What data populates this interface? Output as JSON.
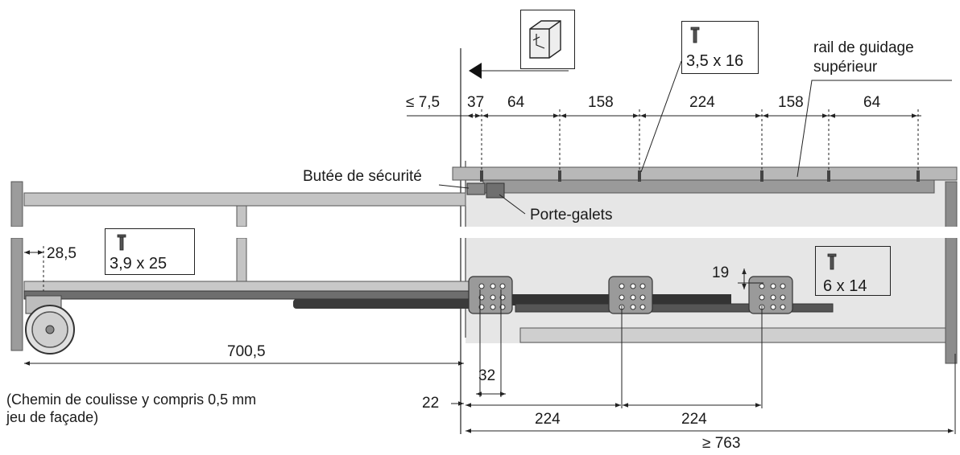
{
  "dimensions": {
    "front_gap": "≤ 7,5",
    "d37": "37",
    "d64a": "64",
    "d158a": "158",
    "d224": "224",
    "d158b": "158",
    "d64b": "64",
    "d28_5": "28,5",
    "d19": "19",
    "d700_5": "700,5",
    "d32": "32",
    "d22": "22",
    "d224_bottom_a": "224",
    "d224_bottom_b": "224",
    "d763": "≥ 763"
  },
  "screws": {
    "top": "3,5 x 16",
    "left": "3,9 x 25",
    "right": "6 x 14"
  },
  "labels": {
    "upper_rail_line1": "rail de guidage",
    "upper_rail_line2": "supérieur",
    "safety_stop": "Butée de sécurité",
    "roller_carrier": "Porte-galets",
    "note_line1": "(Chemin de coulisse y compris 0,5 mm",
    "note_line2": "jeu de façade)"
  },
  "icons": {
    "cabinet": "cabinet-icon",
    "screw": "screw-icon",
    "direction": "triangle-pointer-icon"
  }
}
